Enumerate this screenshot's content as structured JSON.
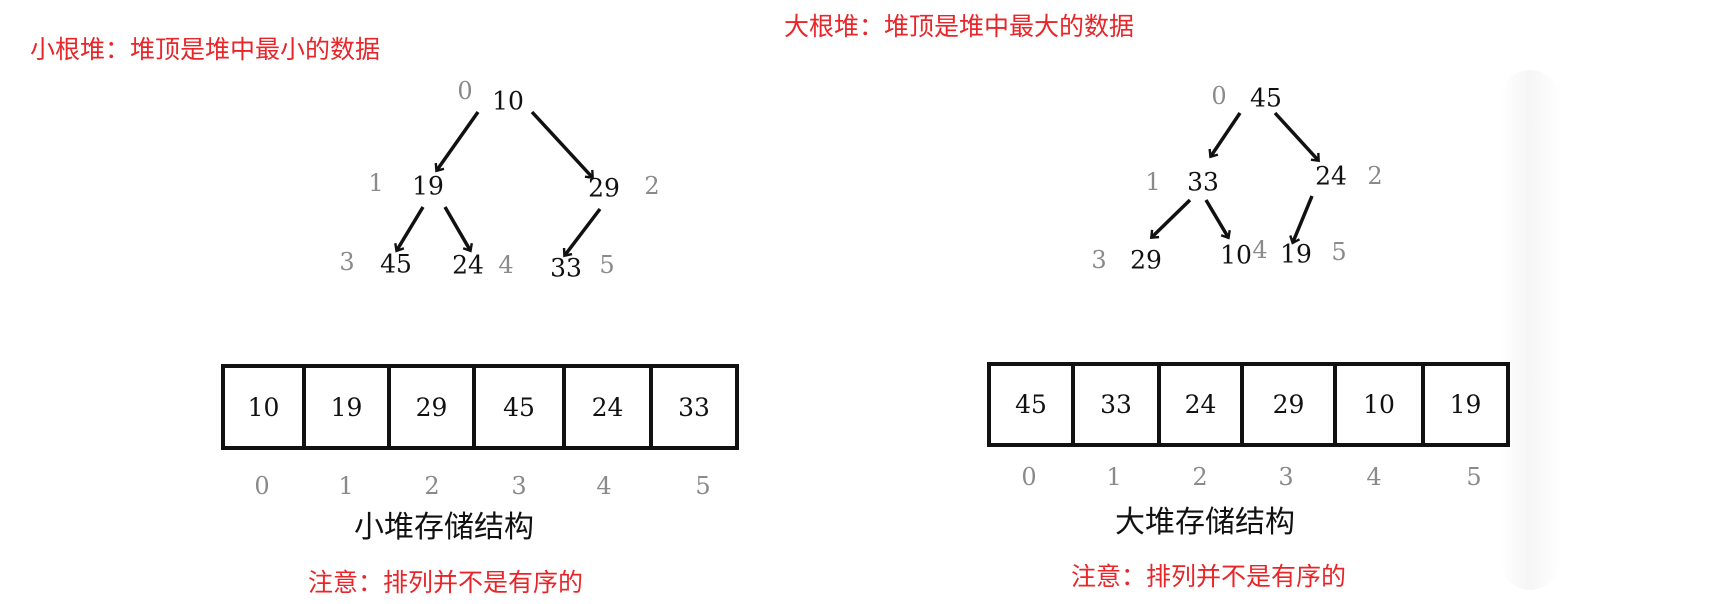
{
  "min_heap": {
    "heading": "小根堆：堆顶是堆中最小的数据",
    "caption": "小堆存储结构",
    "note": "注意：排列并不是有序的",
    "nodes": [
      {
        "value": "10",
        "index": "0"
      },
      {
        "value": "19",
        "index": "1"
      },
      {
        "value": "29",
        "index": "2"
      },
      {
        "value": "45",
        "index": "3"
      },
      {
        "value": "24",
        "index": "4"
      },
      {
        "value": "33",
        "index": "5"
      }
    ],
    "array": [
      "10",
      "19",
      "29",
      "45",
      "24",
      "33"
    ],
    "array_indices": [
      "0",
      "1",
      "2",
      "3",
      "4",
      "5"
    ]
  },
  "max_heap": {
    "heading": "大根堆：堆顶是堆中最大的数据",
    "caption": "大堆存储结构",
    "note": "注意：排列并不是有序的",
    "nodes": [
      {
        "value": "45",
        "index": "0"
      },
      {
        "value": "33",
        "index": "1"
      },
      {
        "value": "24",
        "index": "2"
      },
      {
        "value": "29",
        "index": "3"
      },
      {
        "value": "10",
        "index": "4"
      },
      {
        "value": "19",
        "index": "5"
      }
    ],
    "array": [
      "45",
      "33",
      "24",
      "29",
      "10",
      "19"
    ],
    "array_indices": [
      "0",
      "1",
      "2",
      "3",
      "4",
      "5"
    ]
  }
}
